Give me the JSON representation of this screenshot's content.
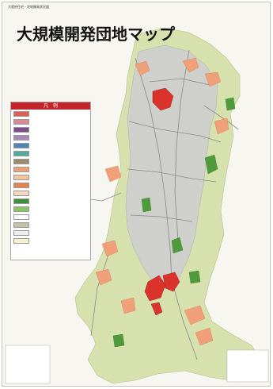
{
  "map": {
    "caption": "大阪府住宅・宅地開発状況図",
    "title": "大規模開発団地マップ",
    "legend_title": "凡　例",
    "colors": {
      "paper": "#f6f3ec",
      "upland_green": "#d6e1ad",
      "urban_gray": "#cfcfcc",
      "road": "#8a8a8a",
      "development_red": "#d9332b",
      "development_orange": "#f0a078",
      "park_green": "#4f9b3c",
      "sea": "#f8f6f0"
    },
    "legend": [
      {
        "color": "#e05d4f",
        "label": ""
      },
      {
        "color": "#d98a94",
        "label": ""
      },
      {
        "color": "#7b4d8c",
        "label": ""
      },
      {
        "color": "#a78bb6",
        "label": ""
      },
      {
        "color": "#4f86b4",
        "label": ""
      },
      {
        "color": "#4faa9f",
        "label": ""
      },
      {
        "color": "#9c8a6d",
        "label": ""
      },
      {
        "color": "#f0a078",
        "label": ""
      },
      {
        "color": "#f4c49c",
        "label": ""
      },
      {
        "color": "#e8834e",
        "label": ""
      },
      {
        "color": "#f6d7c0",
        "label": ""
      },
      {
        "color": "#3f8f3a",
        "label": ""
      },
      {
        "color": "#8cc460",
        "label": ""
      },
      {
        "color": "#ffffff",
        "label": ""
      },
      {
        "color": "#c9c0a8",
        "label": ""
      },
      {
        "color": "#eeeeee",
        "label": ""
      },
      {
        "color": "#f7f1cf",
        "label": ""
      }
    ]
  }
}
